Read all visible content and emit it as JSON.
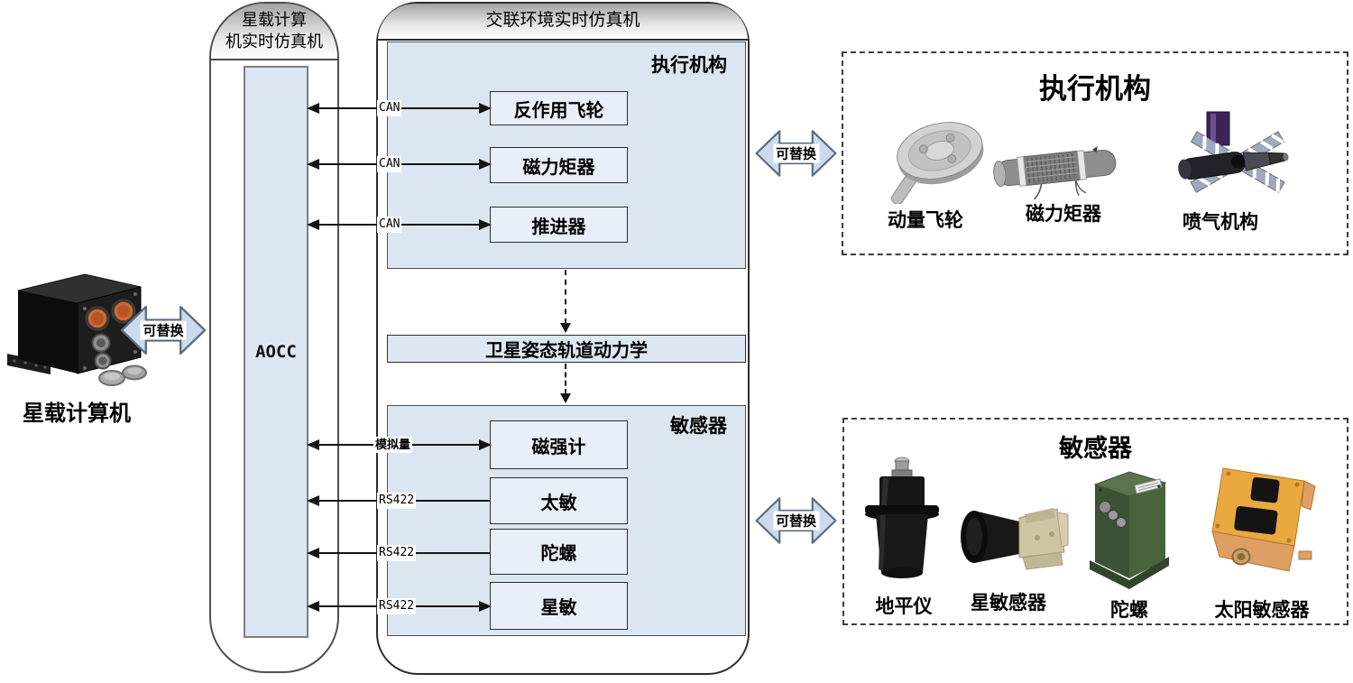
{
  "left_device": {
    "caption": "星载计算机"
  },
  "replace_label": "可替换",
  "obc_simulator": {
    "title_line1": "星载计算",
    "title_line2": "机实时仿真机",
    "core_label": "AOCC"
  },
  "env_simulator": {
    "title": "交联环境实时仿真机",
    "actuators": {
      "label": "执行机构",
      "items": [
        {
          "name": "反作用飞轮",
          "bus": "CAN"
        },
        {
          "name": "磁力矩器",
          "bus": "CAN"
        },
        {
          "name": "推进器",
          "bus": "CAN"
        }
      ]
    },
    "dynamics": "卫星姿态轨道动力学",
    "sensors": {
      "label": "敏感器",
      "items": [
        {
          "name": "磁强计",
          "bus": "模拟量"
        },
        {
          "name": "太敏",
          "bus": "RS422"
        },
        {
          "name": "陀螺",
          "bus": "RS422"
        },
        {
          "name": "星敏",
          "bus": "RS422"
        }
      ]
    }
  },
  "actuator_panel": {
    "title": "执行机构",
    "devices": [
      {
        "name": "动量飞轮",
        "icon": "flywheel-image"
      },
      {
        "name": "磁力矩器",
        "icon": "magnetorquer-image"
      },
      {
        "name": "喷气机构",
        "icon": "jet-thruster-image"
      }
    ]
  },
  "sensor_panel": {
    "title": "敏感器",
    "devices": [
      {
        "name": "地平仪",
        "icon": "horizon-sensor-image"
      },
      {
        "name": "星敏感器",
        "icon": "star-sensor-image"
      },
      {
        "name": "陀螺",
        "icon": "gyro-image"
      },
      {
        "name": "太阳敏感器",
        "icon": "sun-sensor-image"
      }
    ]
  },
  "colors": {
    "section_fill": "#dce6f1",
    "node_fill": "#e9eff8",
    "aocc_fill": "#dde7f3",
    "replace_arrow_fill": "#ccdaee",
    "header_gradient_top": "#a3a3a3",
    "line": "#141414"
  }
}
